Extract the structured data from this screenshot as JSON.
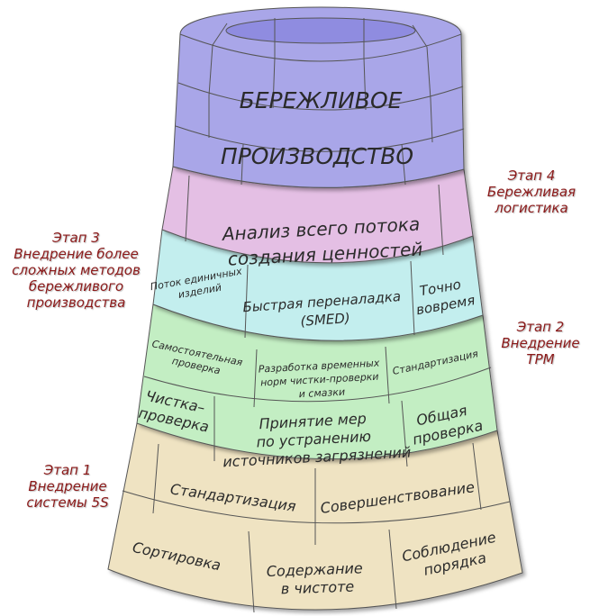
{
  "tiers": {
    "top": {
      "color": "#a9a6e8",
      "inner_color": "#8f8ce0",
      "line1": "БЕРЕЖЛИВОЕ",
      "line2": "ПРОИЗВОДСТВО"
    },
    "stage4": {
      "color": "#e4bfe4",
      "line1": "Анализ всего потока",
      "line2": "создания ценностей"
    },
    "stage3": {
      "color": "#c3eeee",
      "cell_left_1": "Поток единичных",
      "cell_left_2": "изделий",
      "cell_mid_1": "Быстрая переналадка",
      "cell_mid_2": "(SMED)",
      "cell_right_1": "Точно",
      "cell_right_2": "вовремя"
    },
    "stage2": {
      "color": "#c3eec3",
      "r1_left_1": "Самостоятельная",
      "r1_left_2": "проверка",
      "r1_mid_1": "Разработка временных",
      "r1_mid_2": "норм чистки-проверки",
      "r1_mid_3": "и смазки",
      "r1_right": "Стандартизация",
      "r2_left_1": "Чистка–",
      "r2_left_2": "проверка",
      "r2_mid_1": "Принятие мер",
      "r2_mid_2": "по устранению",
      "r2_mid_3": "источников загрязнений",
      "r2_right_1": "Общая",
      "r2_right_2": "проверка"
    },
    "stage1": {
      "color": "#efe3c2",
      "r1_left": "Стандартизация",
      "r1_right": "Совершенствование",
      "r2_left": "Сортировка",
      "r2_mid_1": "Содержание",
      "r2_mid_2": "в чистоте",
      "r2_right_1": "Соблюдение",
      "r2_right_2": "порядка"
    }
  },
  "stage_labels": {
    "stage4": {
      "line1": "Этап 4",
      "line2": "Бережливая",
      "line3": "логистика"
    },
    "stage3": {
      "line1": "Этап 3",
      "line2": "Внедрение более",
      "line3": "сложных методов",
      "line4": "бережливого",
      "line5": "производства"
    },
    "stage2": {
      "line1": "Этап 2",
      "line2": "Внедрение",
      "line3": "TPM"
    },
    "stage1": {
      "line1": "Этап 1",
      "line2": "Внедрение",
      "line3": "системы 5S"
    }
  },
  "label_color": "#8b1a1a"
}
